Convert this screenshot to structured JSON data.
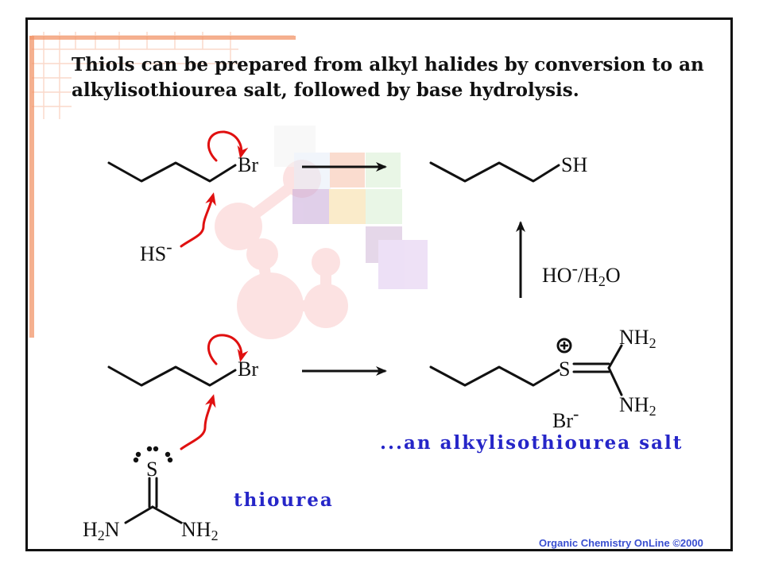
{
  "title": "Thiols can be prepared from alkyl halides by conversion to an alkylisothiourea salt, followed by base hydrolysis.",
  "labels": {
    "br": "Br",
    "sh": "SH",
    "hs": "HS",
    "minus": "-",
    "ho": "HO",
    "slash_h": "/H",
    "two": "2",
    "o": "O",
    "nh": "NH",
    "s": "S",
    "h": "H",
    "n": "N"
  },
  "captions": {
    "salt": "...an alkylisothiourea salt",
    "thiourea": "thiourea"
  },
  "credit": "Organic Chemistry OnLine  ©2000",
  "colors": {
    "frame": "#111111",
    "text": "#111111",
    "arrow_red": "#e01010",
    "caption_blue": "#2626c8",
    "credit_blue": "#3a4fd0",
    "deco_orange": "#f2956a",
    "deco_pink": "#f6a8a8",
    "deco_purple": "#e0c8ef",
    "deco_green": "#d8f0d2",
    "deco_gold": "#f6dca0"
  },
  "icons": {
    "cation": "circled-plus",
    "lone_pairs": "dot-pairs"
  }
}
